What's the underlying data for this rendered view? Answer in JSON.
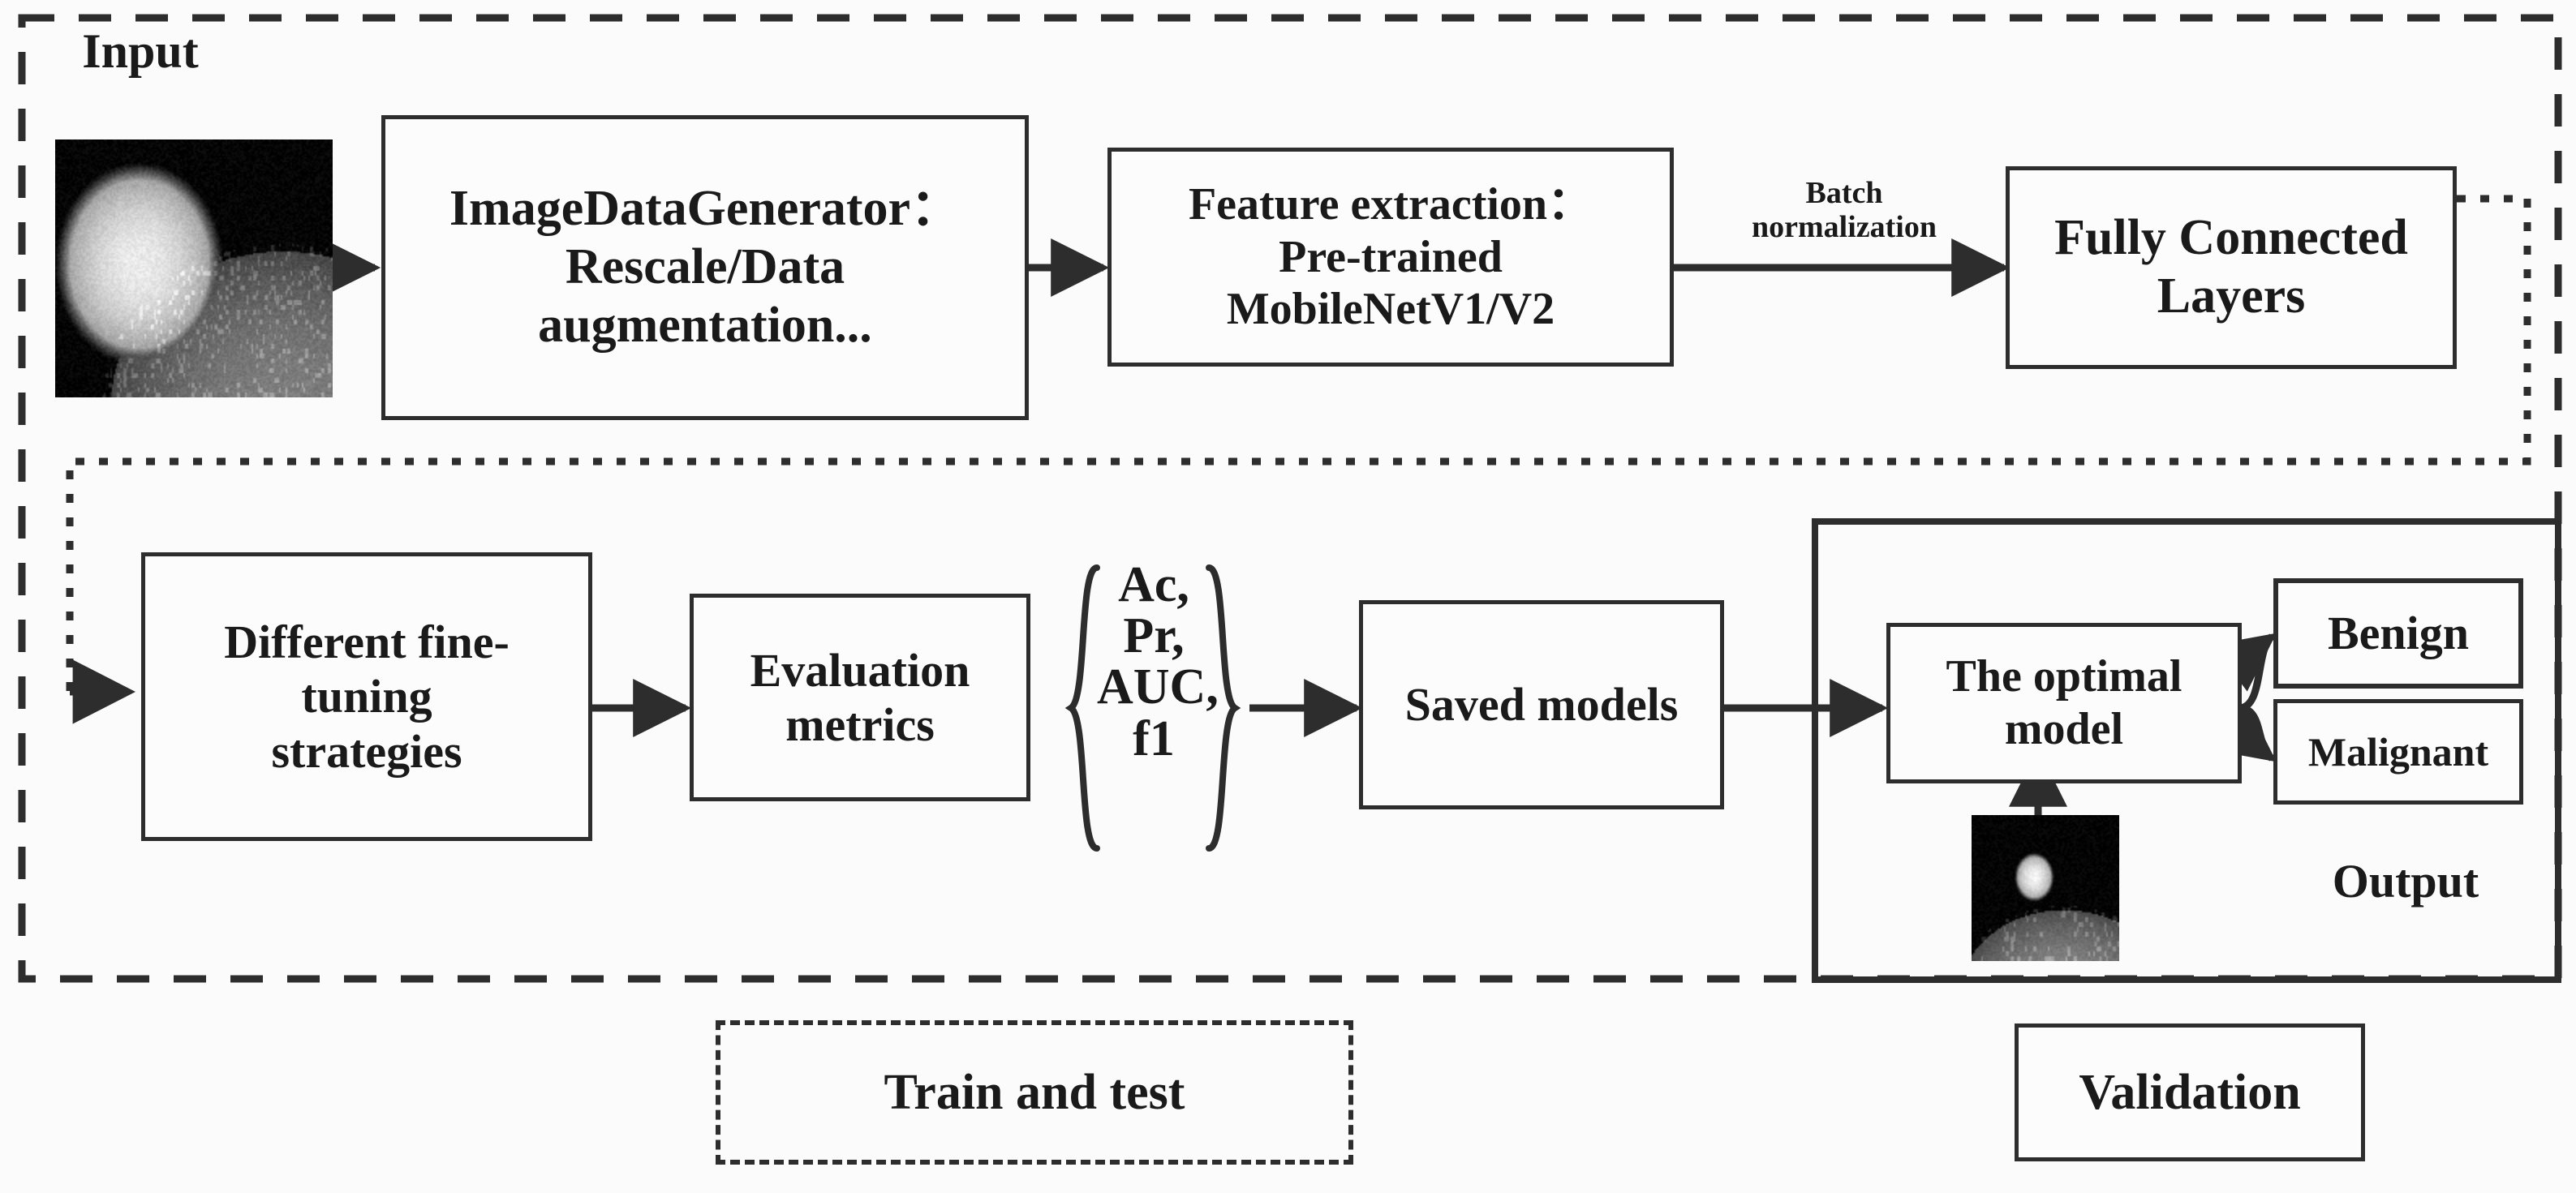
{
  "diagram": {
    "title_regions": {
      "train_test": "Train and test",
      "validation": "Validation"
    },
    "input_label": "Input",
    "output_label": "Output",
    "edge_labels": {
      "batch_norm_line1": "Batch",
      "batch_norm_line2": "normalization"
    },
    "nodes": {
      "imagedatagenerator": "ImageDataGenerator：\nRescale/Data\naugmentation...",
      "feature_extraction": "Feature extraction：\nPre-trained\nMobileNetV1/V2",
      "fully_connected": "Fully Connected\nLayers",
      "fine_tuning": "Different fine-\ntuning\nstrategies",
      "evaluation_metrics": "Evaluation\nmetrics",
      "saved_models": "Saved models",
      "optimal_model": "The optimal\nmodel",
      "benign": "Benign",
      "malignant": "Malignant"
    },
    "metrics_list": "Ac,\nPr,\nAUC,\nf1",
    "brace_left": "{",
    "brace_right": "}",
    "colors": {
      "stroke": "#2d2d2d",
      "text": "#1a1a1a",
      "background": "#fbfbfb",
      "image_dark": "#000000"
    },
    "icons": {
      "input_scan": "breast-mri-scan",
      "validation_scan": "breast-mri-scan"
    }
  }
}
